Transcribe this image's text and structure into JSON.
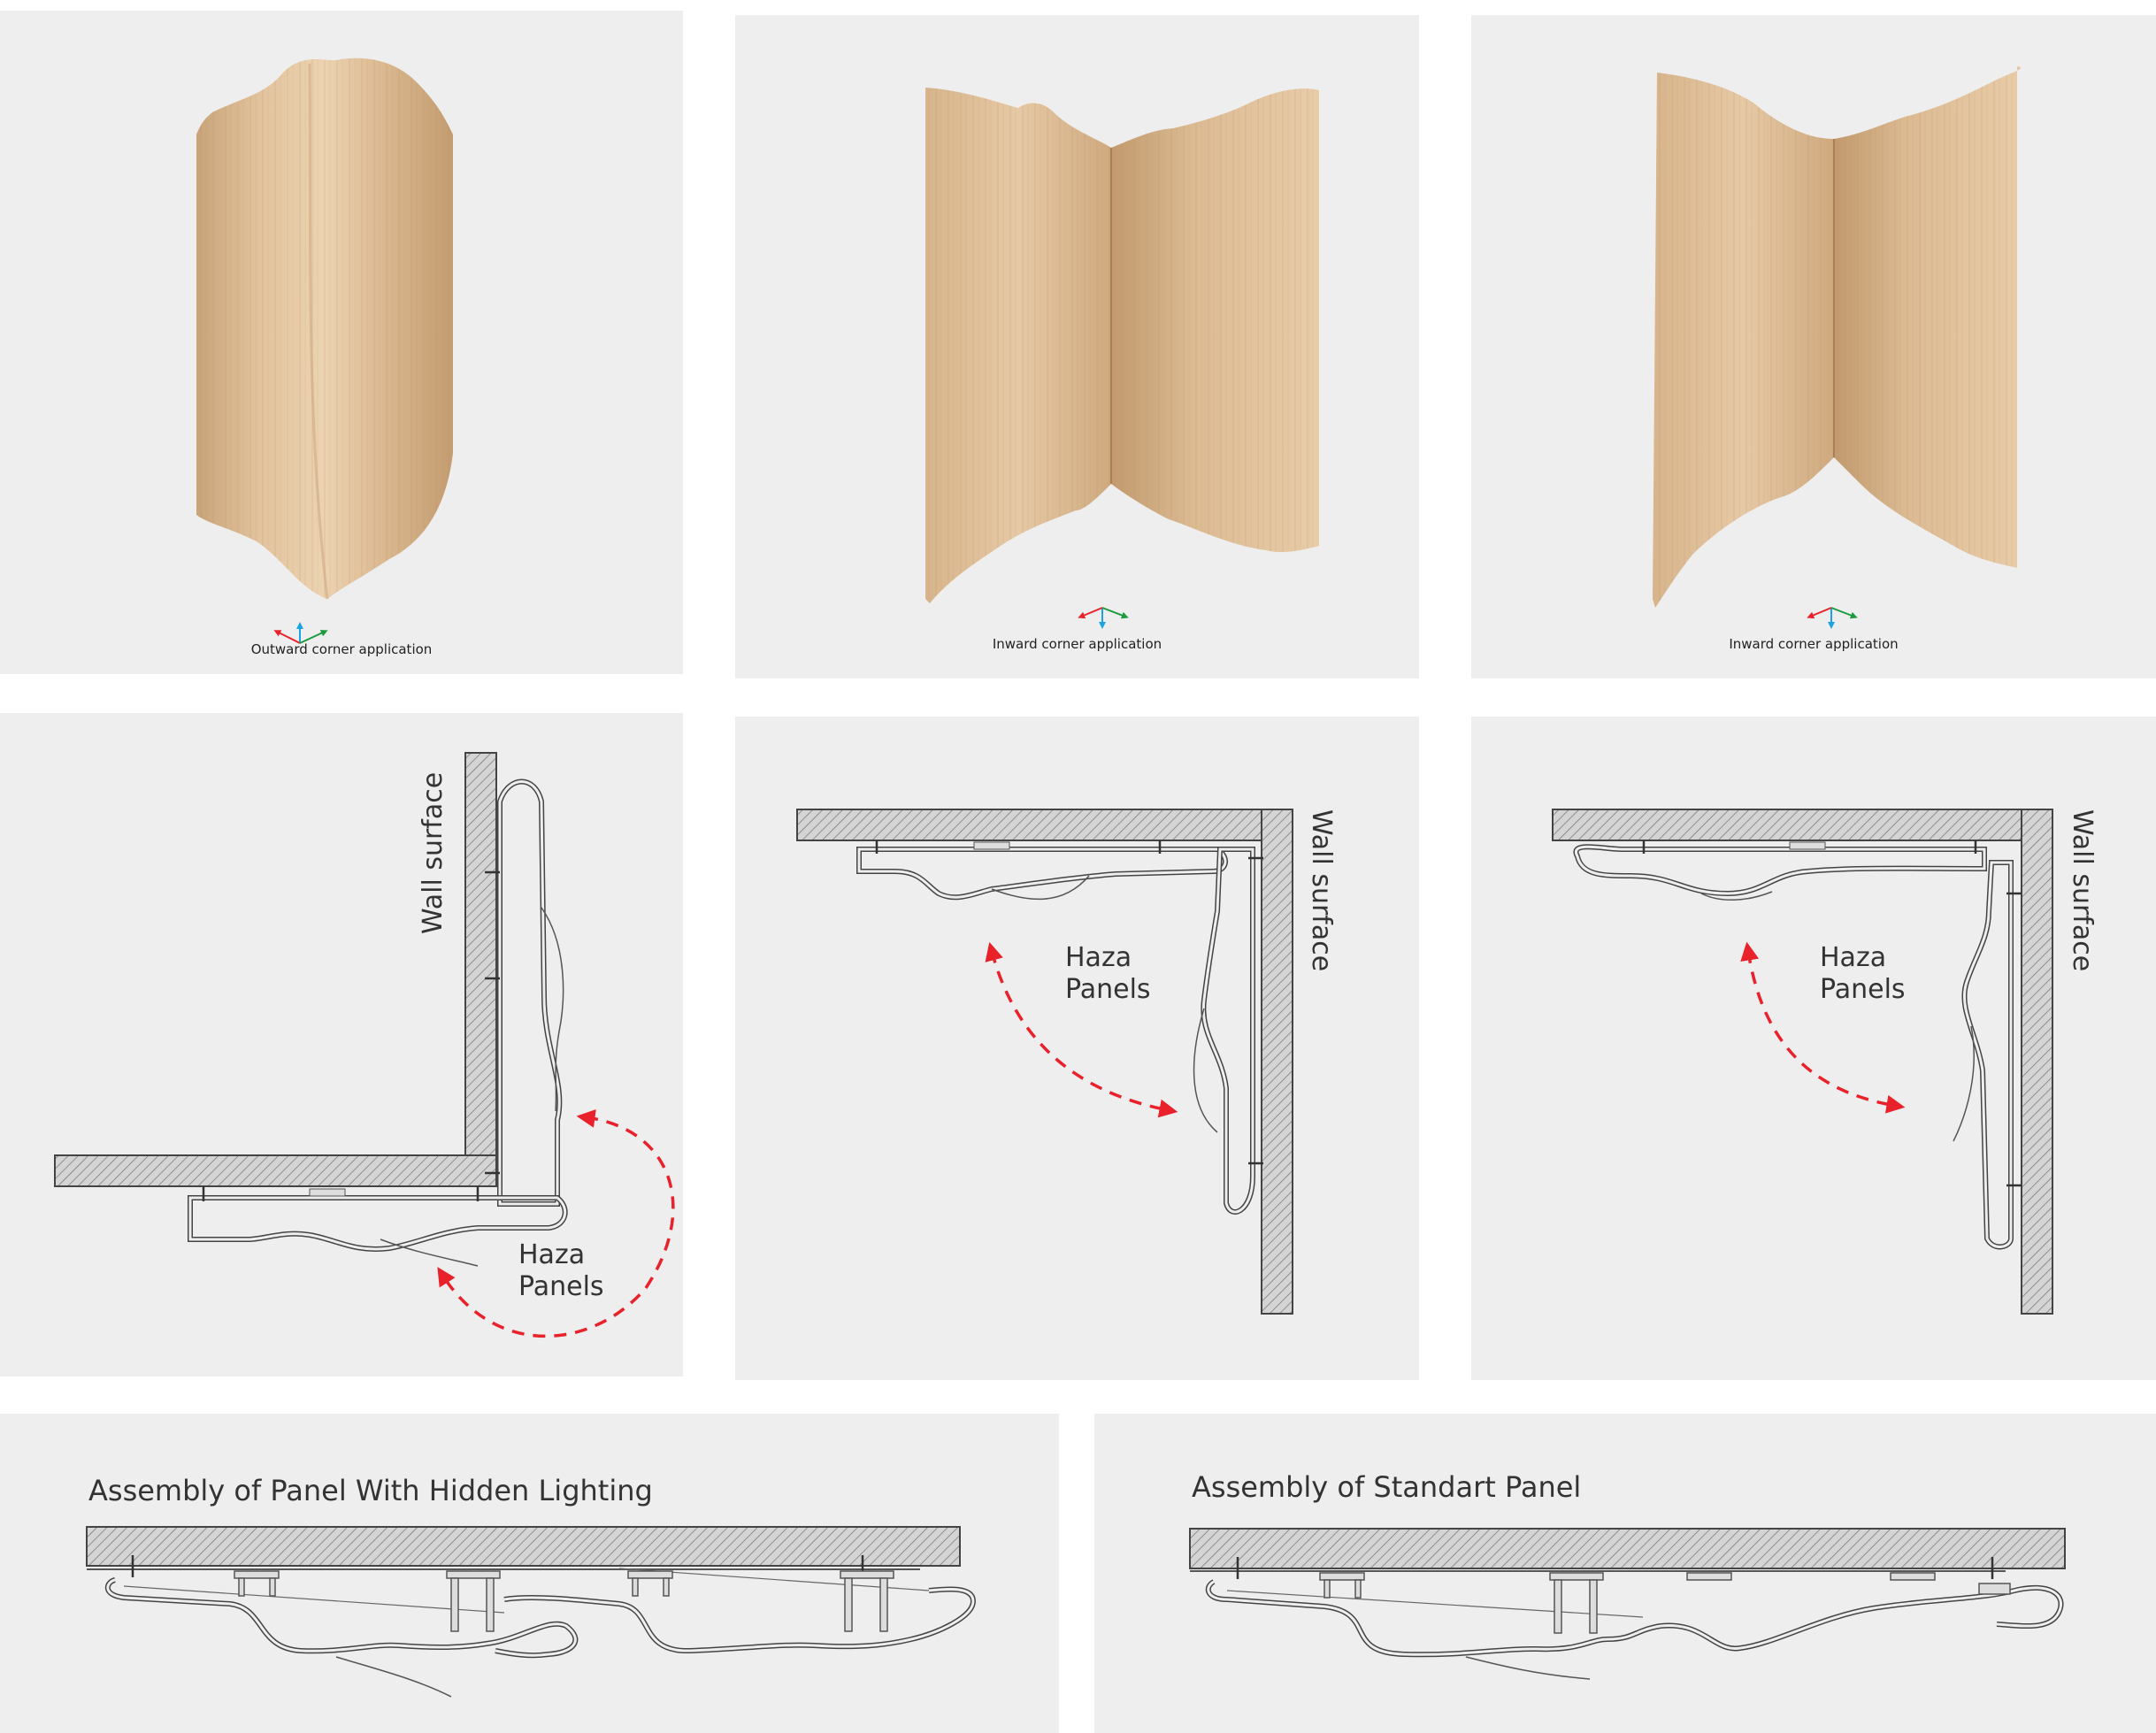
{
  "renders": {
    "outward_caption": "Outward corner application",
    "inward_caption_1": "Inward corner application",
    "inward_caption_2": "Inward corner application"
  },
  "sections": {
    "wall_label_1": "Wall surface",
    "wall_label_2": "Wall surface",
    "wall_label_3": "Wall surface",
    "haza_line1": "Haza",
    "haza_line2": "Panels"
  },
  "assembly": {
    "left_title": "Assembly of Panel With Hidden Lighting",
    "right_title": "Assembly of Standart Panel"
  },
  "colors": {
    "background": "#ffffff",
    "panel_bg": "#eeeeee",
    "wood_light": "#e6c9a5",
    "wood_dark": "#c9a47a",
    "arrow_red": "#e8212b",
    "axis_blue": "#1aa3e0",
    "axis_green": "#1c9a3e",
    "line_dark": "#333333"
  }
}
